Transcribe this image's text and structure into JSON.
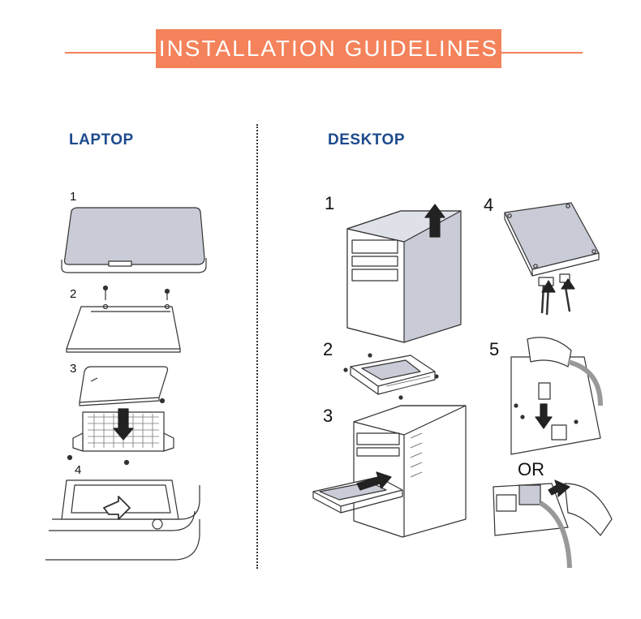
{
  "header": {
    "title": "INSTALLATION GUIDELINES"
  },
  "laptop": {
    "title": "LAPTOP",
    "steps": [
      "1",
      "2",
      "3",
      "4"
    ]
  },
  "desktop": {
    "title": "DESKTOP",
    "steps": [
      "1",
      "2",
      "3",
      "4",
      "5"
    ],
    "or_label": "OR"
  },
  "colors": {
    "accent": "#f4825a",
    "title": "#1d4a8c",
    "device_fill": "#c9ccd6"
  }
}
